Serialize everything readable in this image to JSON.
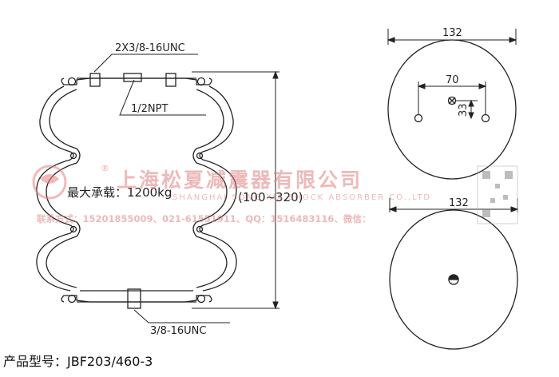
{
  "labels": {
    "top_thread": "2X3/8-16UNC",
    "npt": "1/2NPT",
    "bottom_thread": "3/8-16UNC",
    "load_text": "最大承载：1200kg",
    "height_range": "(100~320)",
    "product_model": "产品型号：JBF203/460-3"
  },
  "dimensions": {
    "top_plate_diameter": "132",
    "bolt_spacing": "70",
    "offset": "33",
    "bottom_plate_diameter": "132"
  },
  "watermark": {
    "company_cn": "上海松夏减震器有限公司",
    "company_en": "SHANGHAI SONG XIA SHOCK ABSORBER CO.,LTD",
    "contact": "联系方式：15201855009、021-61551911、QQ：1516483116、微信：",
    "registered": "®",
    "color": "#e8a0a0"
  },
  "colors": {
    "line": "#222222",
    "watermark_red": "#d9534f"
  }
}
